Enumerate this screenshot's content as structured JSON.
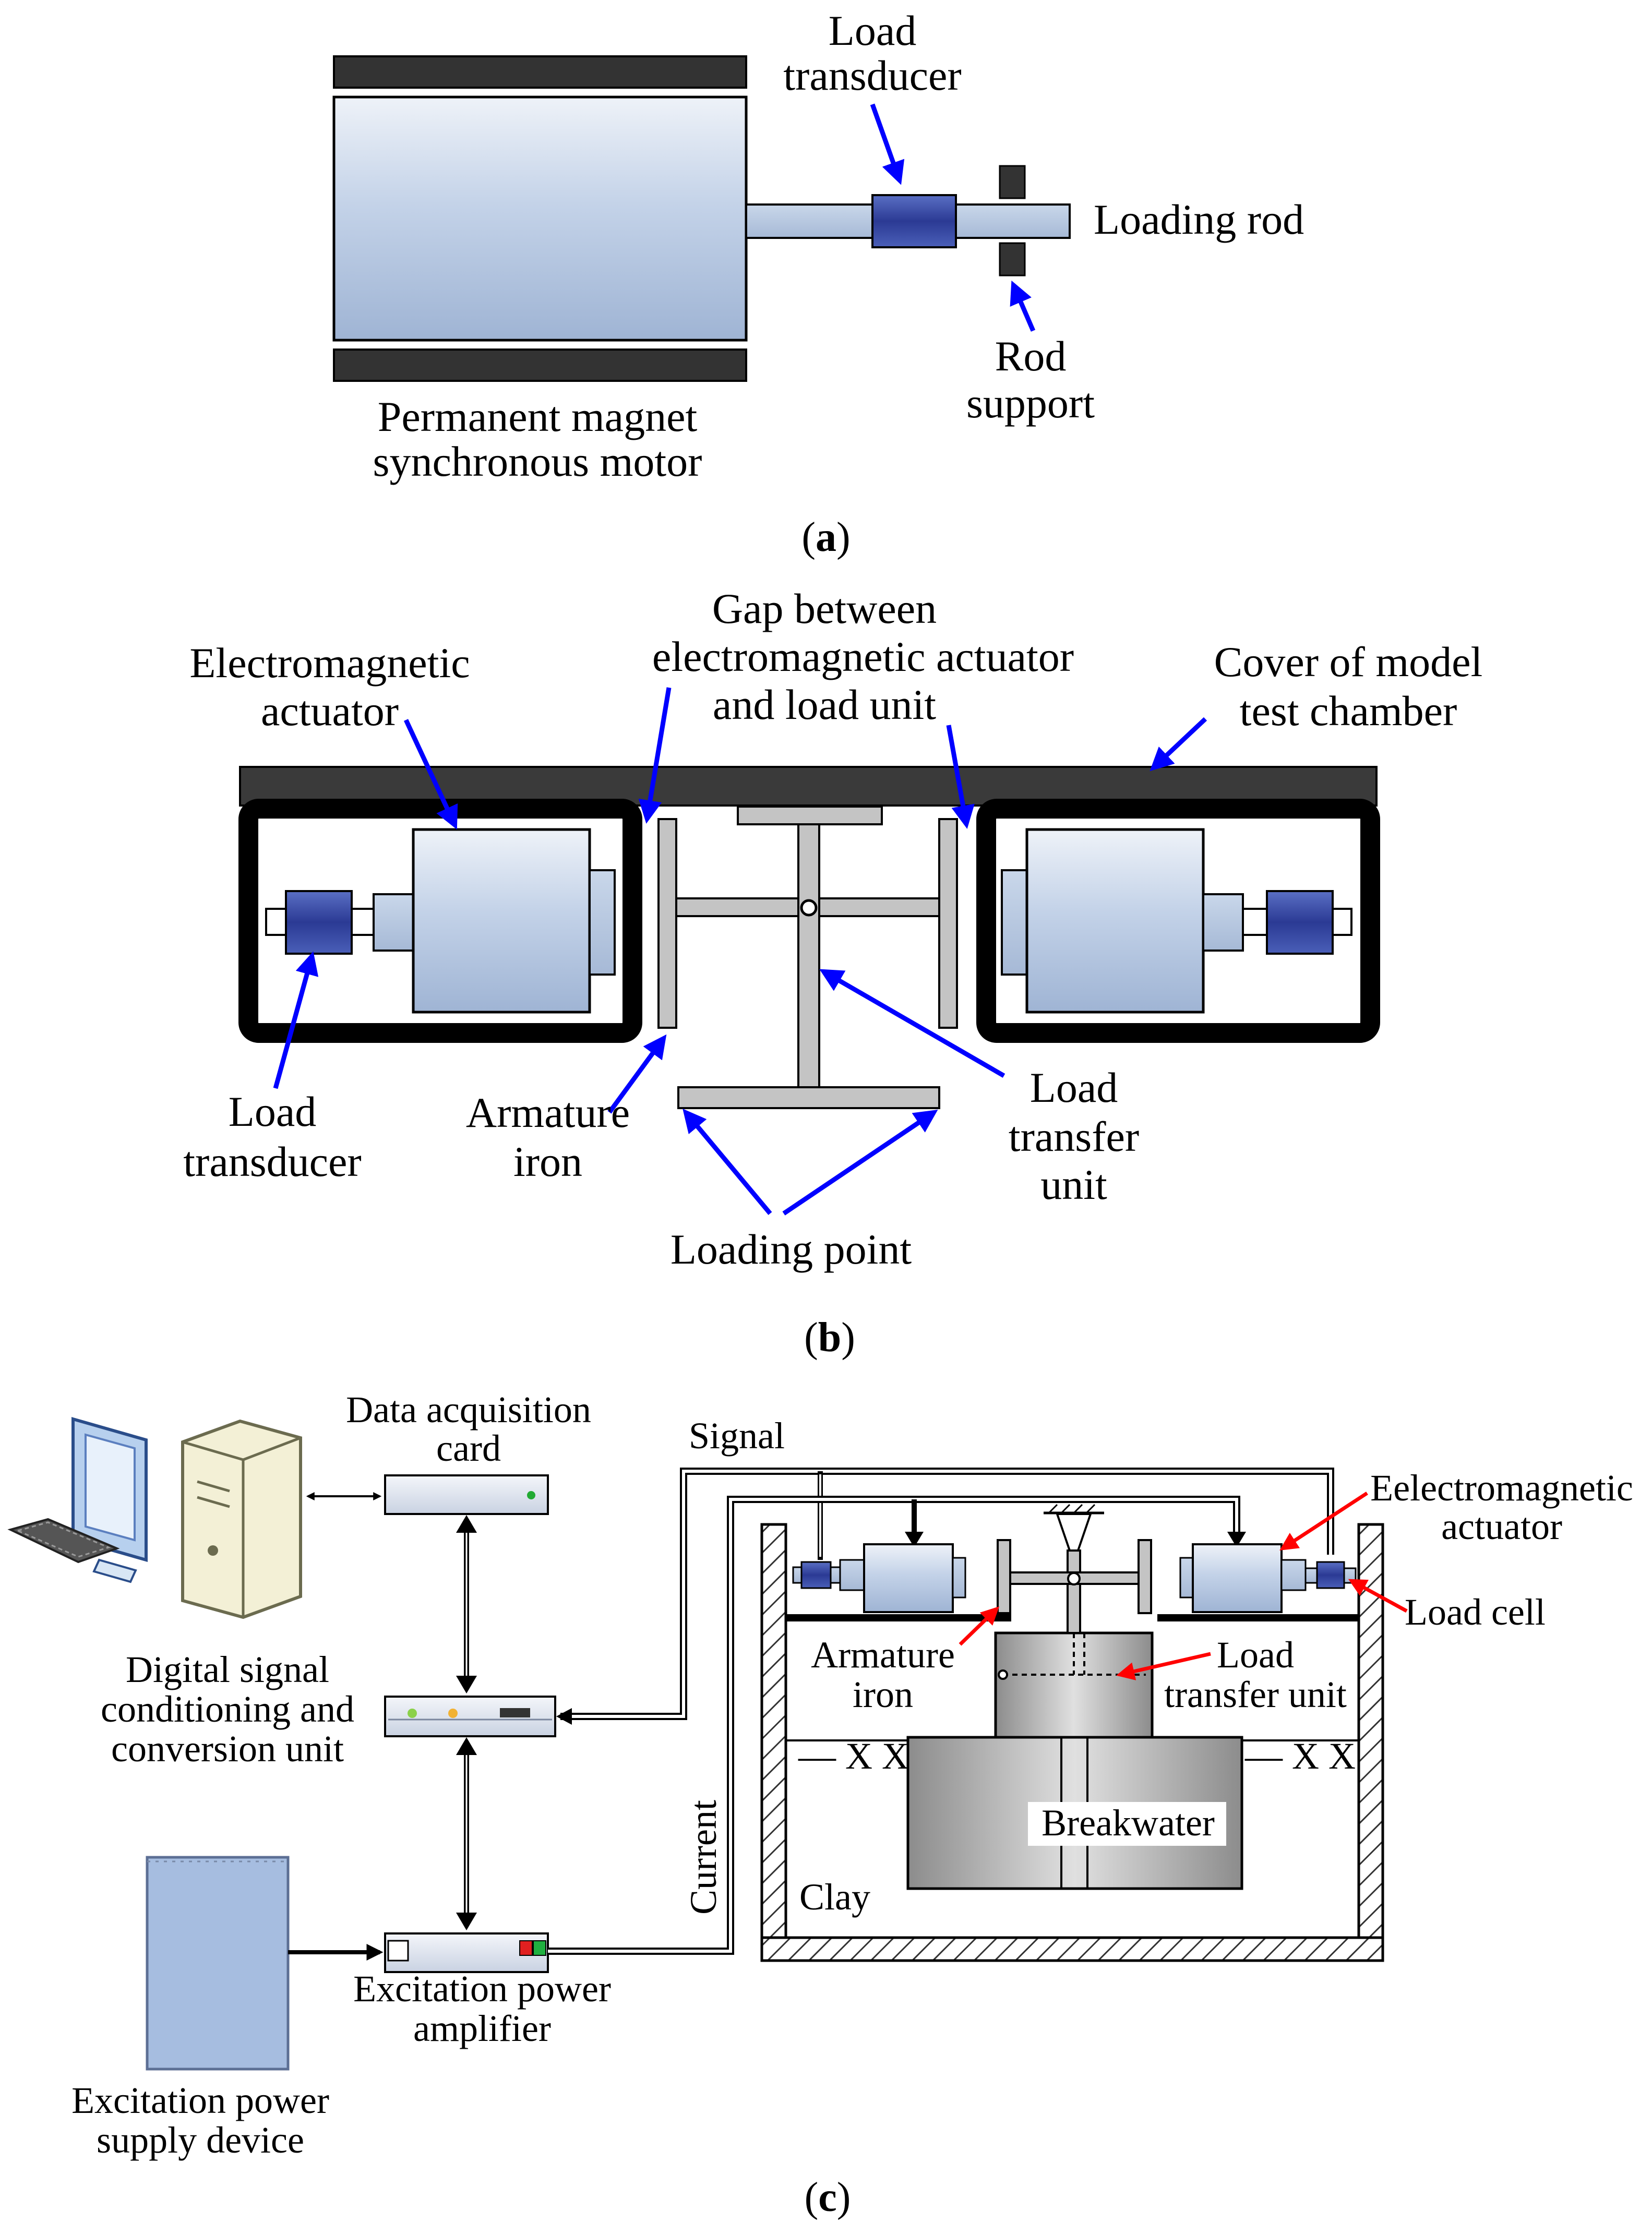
{
  "colors": {
    "arrow_blue": "#0000ff",
    "arrow_red": "#ff0000",
    "body_light": "#d9e4f2",
    "body_mid": "#a9bedb",
    "transducer_dark": "#2e3f99",
    "frame_black": "#000000",
    "gray_part": "#c4c4c4",
    "hatch": "#333333"
  },
  "panel_a": {
    "caption_letter": "a",
    "motor_label_line1": "Permanent magnet",
    "motor_label_line2": "synchronous motor",
    "transducer_label_line1": "Load",
    "transducer_label_line2": "transducer",
    "rod_label": "Loading rod",
    "support_label_line1": "Rod",
    "support_label_line2": "support"
  },
  "panel_b": {
    "caption_letter": "b",
    "actuator_label_line1": "Electromagnetic",
    "actuator_label_line2": "actuator",
    "gap_label_line1": "Gap between",
    "gap_label_line2": "electromagnetic actuator",
    "gap_label_line3": "and load unit",
    "cover_label_line1": "Cover of model",
    "cover_label_line2": "test chamber",
    "transducer_label_line1": "Load",
    "transducer_label_line2": "transducer",
    "armature_label_line1": "Armature",
    "armature_label_line2": "iron",
    "transfer_label_line1": "Load",
    "transfer_label_line2": "transfer",
    "transfer_label_line3": "unit",
    "loading_point_label": "Loading point"
  },
  "panel_c": {
    "caption_letter": "c",
    "daq_label_line1": "Data acquisition",
    "daq_label_line2": "card",
    "dsc_label_line1": "Digital signal",
    "dsc_label_line2": "conditioning and",
    "dsc_label_line3": "conversion unit",
    "amp_label_line1": "Excitation power",
    "amp_label_line2": "amplifier",
    "supply_label_line1": "Excitation power",
    "supply_label_line2": "supply device",
    "signal_label": "Signal",
    "current_label": "Current",
    "actuator_label_line1": "Eelectromagnetic",
    "actuator_label_line2": "actuator",
    "load_cell_label": "Load cell",
    "armature_label_line1": "Armature",
    "armature_label_line2": "iron",
    "transfer_label_line1": "Load",
    "transfer_label_line2": "transfer unit",
    "breakwater_label": "Breakwater",
    "clay_label": "Clay"
  }
}
